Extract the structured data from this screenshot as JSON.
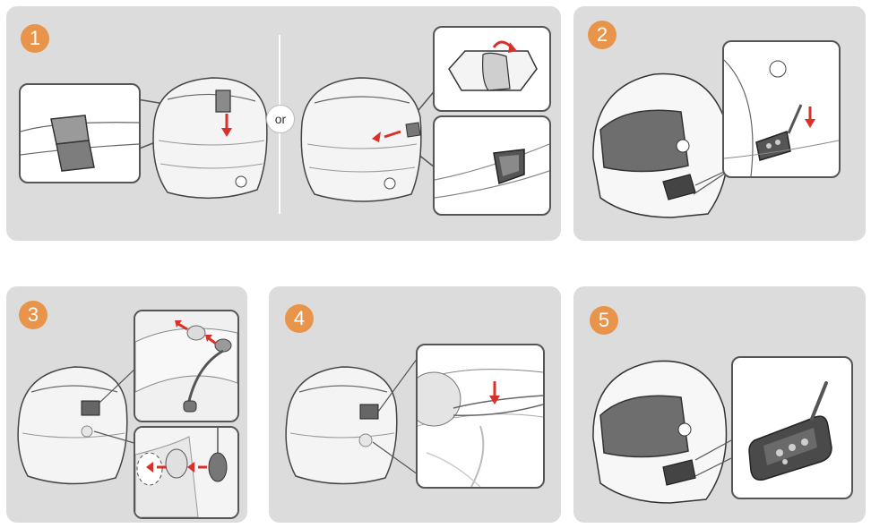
{
  "steps": [
    {
      "number": "1"
    },
    {
      "number": "2"
    },
    {
      "number": "3"
    },
    {
      "number": "4"
    },
    {
      "number": "5"
    }
  ],
  "step1": {
    "or_label": "or"
  },
  "colors": {
    "panel_bg": "#dcdcdc",
    "badge": "#e8944a",
    "arrow": "#d9302a",
    "line": "#555555"
  }
}
